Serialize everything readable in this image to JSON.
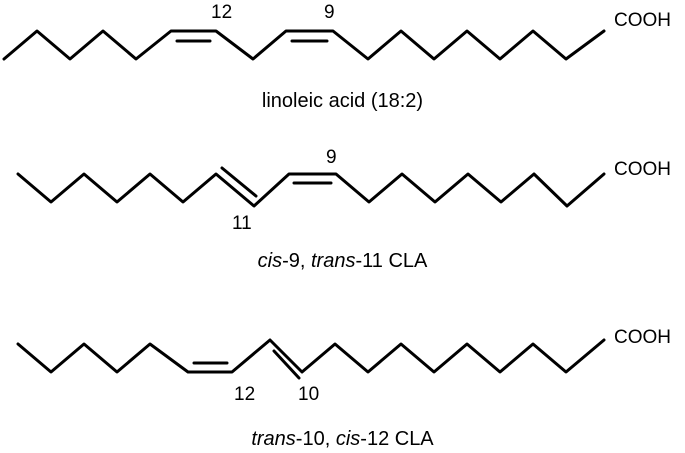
{
  "molecules": [
    {
      "name": "linoleic acid",
      "terminal_group": "COOH",
      "locant_labels": [
        "12",
        "9"
      ],
      "caption": {
        "text": "linoleic acid (18:2)"
      }
    },
    {
      "name": "cis-9, trans-11 CLA",
      "terminal_group": "COOH",
      "locant_labels": [
        "9",
        "11"
      ],
      "caption": {
        "part1_italic": "cis",
        "part2": "-9, ",
        "part3_italic": "trans",
        "part4": "-11 CLA"
      }
    },
    {
      "name": "trans-10, cis-12 CLA",
      "terminal_group": "COOH",
      "locant_labels": [
        "12",
        "10"
      ],
      "caption": {
        "part1_italic": "trans",
        "part2": "-10, ",
        "part3_italic": "cis",
        "part4": "-12 CLA"
      }
    }
  ]
}
